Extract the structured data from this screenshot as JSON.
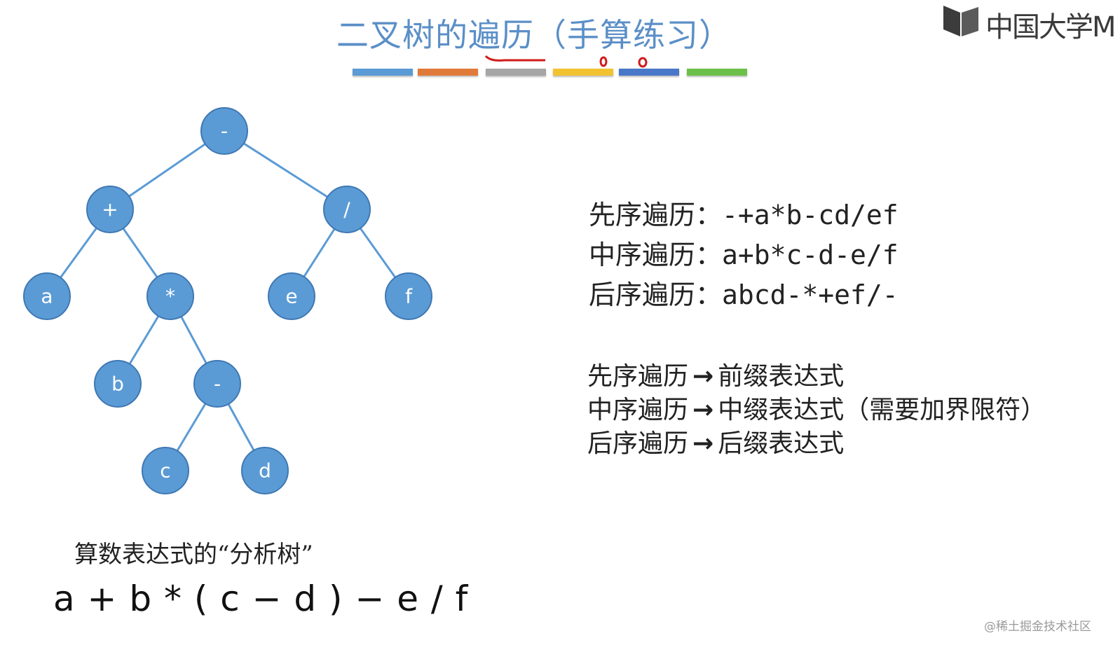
{
  "title": "二叉树的遍历（手算练习）",
  "logo_text": "中国大学M",
  "accent_bars": [
    "#5b9bd5",
    "#e07a3a",
    "#a6a6a6",
    "#f2c230",
    "#4a78c8",
    "#6cc04a"
  ],
  "tree": {
    "node_color": "#5b9bd5",
    "nodes": [
      "-",
      "+",
      "/",
      "a",
      "*",
      "e",
      "f",
      "b",
      "-",
      "c",
      "d"
    ]
  },
  "traversals": [
    {
      "label": "先序遍历：",
      "value": "-+a*b-cd/ef"
    },
    {
      "label": "中序遍历：",
      "value": "a+b*c-d-e/f"
    },
    {
      "label": "后序遍历：",
      "value": "abcd-*+ef/-"
    }
  ],
  "mappings": [
    {
      "from": "先序遍历",
      "arrow": "→",
      "to": "前缀表达式"
    },
    {
      "from": "中序遍历",
      "arrow": "→",
      "to": "中缀表达式（需要加界限符）"
    },
    {
      "from": "后序遍历",
      "arrow": "→",
      "to": "后缀表达式"
    }
  ],
  "caption": "算数表达式的“分析树”",
  "expression": "a + b * ( c − d ) − e / f",
  "watermark": "@稀土掘金技术社区"
}
